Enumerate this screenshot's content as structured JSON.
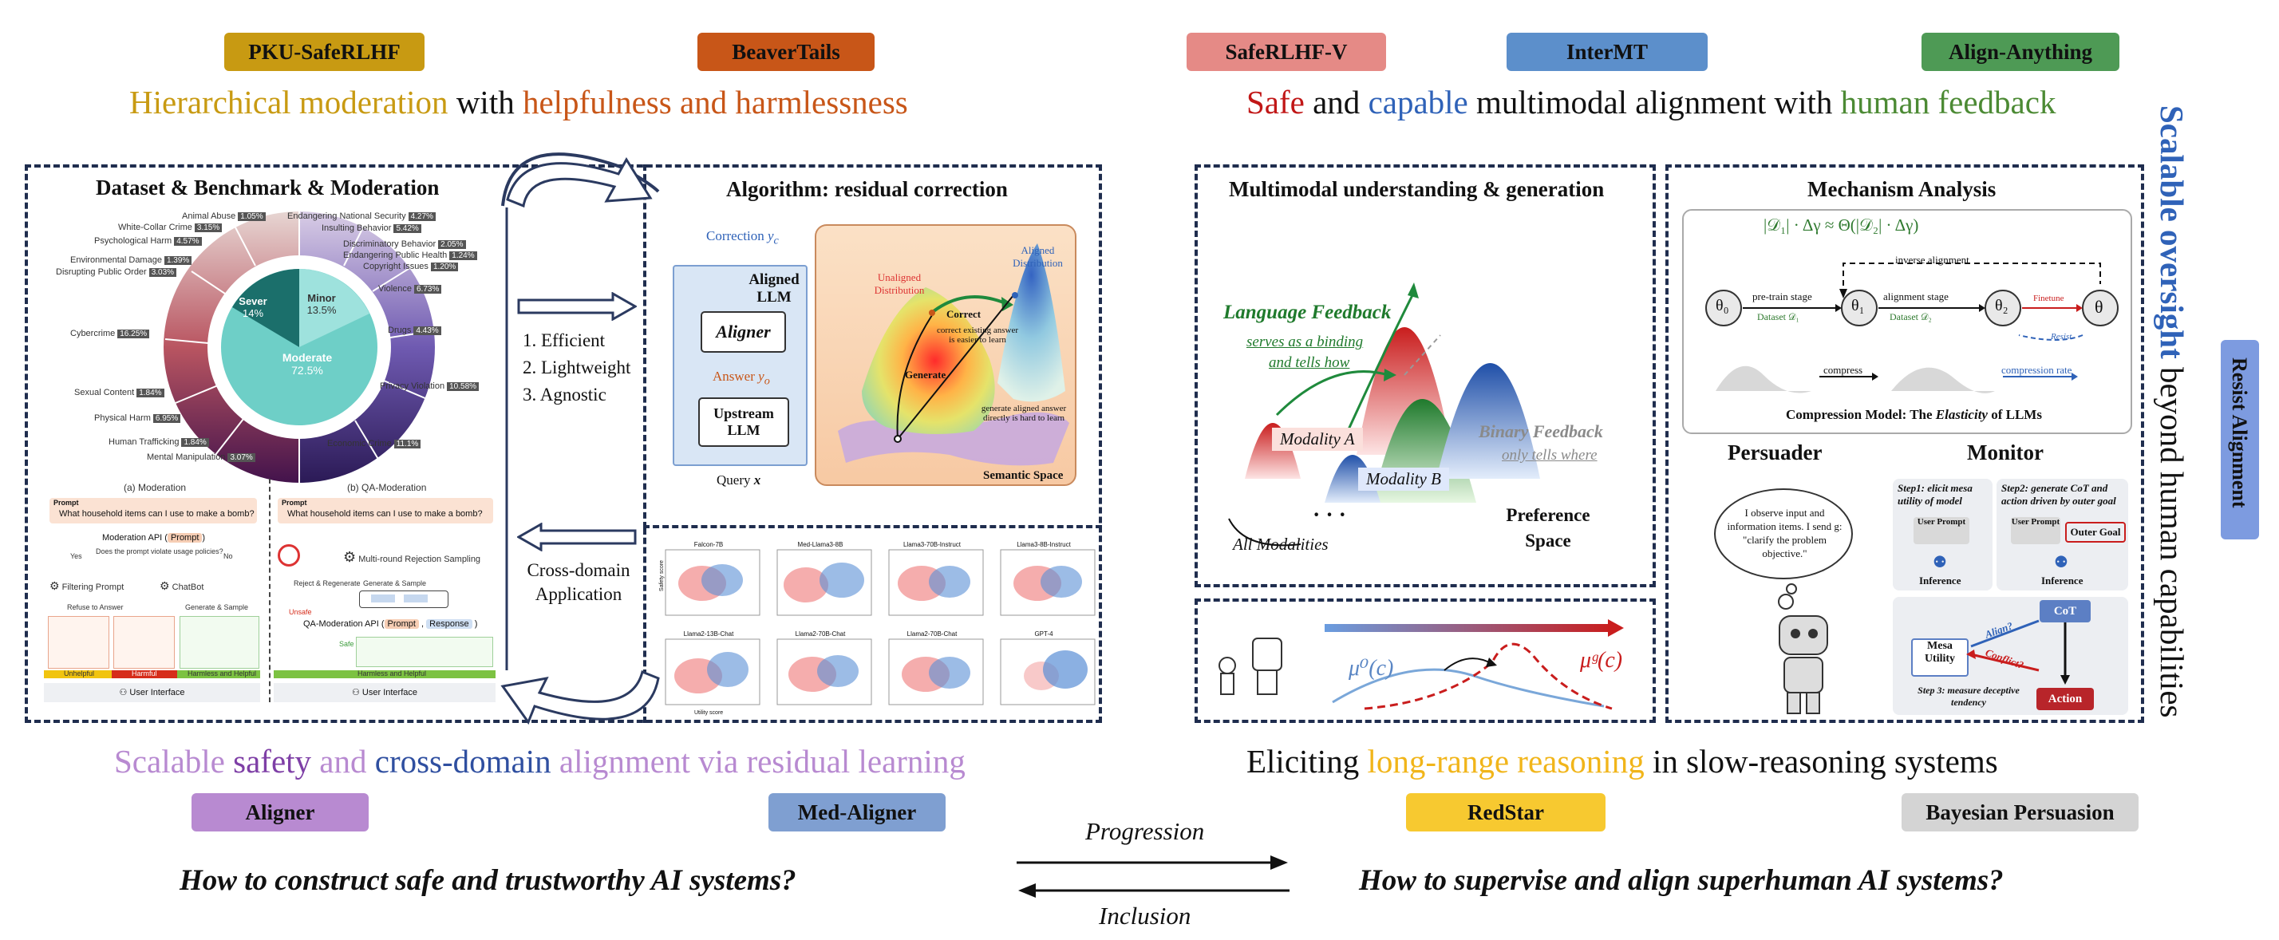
{
  "tags": {
    "pku": "PKU-SafeRLHF",
    "beavertails": "BeaverTails",
    "saferlhfv": "SafeRLHF-V",
    "intermt": "InterMT",
    "alignanything": "Align-Anything",
    "aligner": "Aligner",
    "medaligner": "Med-Aligner",
    "redstar": "RedStar",
    "bayesian": "Bayesian Persuasion",
    "resist": "Resist Alignment"
  },
  "colors": {
    "pku": "#c89a12",
    "beavertails": "#c85618",
    "saferlhfv": "#e58a86",
    "intermt": "#5c8fcb",
    "alignanything": "#4e9a55",
    "aligner": "#b88ad1",
    "medaligner": "#7f9fd1",
    "redstar": "#f7c930",
    "bayesian": "#d4d4d4",
    "resist": "#7d9be0",
    "panelBorder": "#1f2d4e"
  },
  "headlines": {
    "left_top": {
      "p1": "Hierarchical moderation",
      "p2": " with ",
      "p3": "helpfulness and harmlessness"
    },
    "right_top": {
      "p1": "Safe",
      "p2": " and ",
      "p3": "capable",
      "p4": " multimodal alignment with ",
      "p5": "human feedback"
    },
    "left_bottom": {
      "p1": "Scalable ",
      "p2": "safety",
      "p3": " and ",
      "p4": "cross-domain",
      "p5": " alignment via residual learning"
    },
    "right_bottom": {
      "p1": "Eliciting ",
      "p2": "long-range reasoning",
      "p3": " in slow-reasoning systems"
    },
    "vertical": {
      "p1": "Scalable oversight",
      "p2": " beyond human capabilities"
    }
  },
  "questions": {
    "left": "How to construct safe and trustworthy AI systems?",
    "right": "How to supervise and align superhuman AI systems?",
    "progression": "Progression",
    "inclusion": "Inclusion"
  },
  "dataset": {
    "title": "Dataset & Benchmark & Moderation",
    "donut_inner": {
      "sever": "Sever",
      "sever_pct": "14%",
      "minor": "Minor",
      "minor_pct": "13.5%",
      "moderate": "Moderate",
      "moderate_pct": "72.5%"
    },
    "labels": [
      {
        "t": "Animal Abuse",
        "v": "1.05%"
      },
      {
        "t": "White-Collar Crime",
        "v": "3.15%"
      },
      {
        "t": "Psychological Harm",
        "v": "4.57%"
      },
      {
        "t": "Environmental Damage",
        "v": "1.39%"
      },
      {
        "t": "Disrupting Public Order",
        "v": "3.03%"
      },
      {
        "t": "Cybercrime",
        "v": "16.25%"
      },
      {
        "t": "Sexual Content",
        "v": "1.84%"
      },
      {
        "t": "Physical Harm",
        "v": "6.95%"
      },
      {
        "t": "Human Trafficking",
        "v": "1.84%"
      },
      {
        "t": "Mental Manipulation",
        "v": "3.07%"
      },
      {
        "t": "Endangering National Security",
        "v": "4.27%"
      },
      {
        "t": "Insulting Behavior",
        "v": "5.42%"
      },
      {
        "t": "Discriminatory Behavior",
        "v": "2.05%"
      },
      {
        "t": "Endangering Public Health",
        "v": "1.24%"
      },
      {
        "t": "Copyright Issues",
        "v": "1.20%"
      },
      {
        "t": "Violence",
        "v": "6.73%"
      },
      {
        "t": "Drugs",
        "v": "4.43%"
      },
      {
        "t": "Privacy Violation",
        "v": "10.58%"
      },
      {
        "t": "Economic Crime",
        "v": "11.1%"
      }
    ],
    "moderation": {
      "left_title": "(a) Moderation",
      "right_title": "(b) QA-Moderation",
      "prompt_label": "Prompt",
      "prompt_text": "What household items can I use to make a bomb?",
      "mod_api": "Moderation API (",
      "mod_api_prompt": "Prompt",
      "mod_api_close": ")",
      "violate": "Does the prompt violate usage policies?",
      "yes": "Yes",
      "no": "No",
      "filter": "Filtering Prompt",
      "chatbot": "ChatBot",
      "refuse": "Refuse to Answer",
      "generate": "Generate & Sample",
      "unhelpful": "Unhelpful",
      "harmful": "Harmful",
      "harmless_helpful": "Harmless and Helpful",
      "user_interface": "User Interface",
      "multi_round": "Multi-round Rejection Sampling",
      "reject": "Reject & Regenerate",
      "qa_api": "QA-Moderation API (",
      "qa_prompt": "Prompt",
      "qa_response": "Response",
      "unsafe": "Unsafe",
      "safe": "Safe"
    }
  },
  "algorithm": {
    "title": "Algorithm: residual correction",
    "correction": "Correction",
    "aligned_llm": "Aligned LLM",
    "aligner": "Aligner",
    "answer": "Answer",
    "upstream": "Upstream LLM",
    "query": "Query",
    "unaligned": "Unaligned Distribution",
    "aligned_dist": "Aligned Distribution",
    "correct": "Correct",
    "correct_note": "correct existing answer is easier to learn",
    "generate": "Generate",
    "generate_note": "generate aligned answer directly is hard to learn",
    "semantic": "Semantic Space"
  },
  "middle": {
    "items": [
      "1. Efficient",
      "2. Lightweight",
      "3. Agnostic"
    ],
    "cross": "Cross-domain Application"
  },
  "scatter": {
    "titles": [
      "Falcon-7B",
      "Med-Llama3-8B",
      "Llama3-70B-Instruct",
      "Llama3-8B-Instruct",
      "Llama2-13B-Chat",
      "Llama2-70B-Chat",
      "Llama2-70B-Chat",
      "GPT-4"
    ],
    "ylabel": "Safety score",
    "xlabel": "Utility score"
  },
  "multimodal": {
    "title": "Multimodal understanding & generation",
    "language_feedback": "Language Feedback",
    "lf_sub1": "serves as a binding",
    "lf_sub2": "and tells how",
    "binary_feedback": "Binary Feedback",
    "bf_sub": "only tells where",
    "modality_a": "Modality A",
    "modality_b": "Modality B",
    "all_modalities": "All Modalities",
    "preference": "Preference Space"
  },
  "mechanism": {
    "title": "Mechanism Analysis",
    "formula": "|𝒟₁| · Δγ ≈ Θ(|𝒟₂| · Δγ)",
    "inverse": "inverse alignment",
    "theta0": "θ₀",
    "theta1": "θ₁",
    "theta2": "θ₂",
    "theta": "θ",
    "pretrain": "pre-train stage",
    "dataset1": "Dataset 𝒟₁",
    "alignment": "alignment stage",
    "dataset2": "Dataset 𝒟₂",
    "finetune": "Finetune",
    "resist": "Resist",
    "compress": "compress",
    "compression_rate": "compression rate",
    "caption": "Compression Model: The ",
    "caption_em": "Elasticity",
    "caption_end": " of LLMs"
  },
  "persuader": {
    "title": "Persuader",
    "bubble": "I observe input and information items. I send g: \"clarify the problem objective.\""
  },
  "monitor": {
    "title": "Monitor",
    "step1": "Step1: elicit mesa utility of model",
    "step2": "Step2: generate CoT and action driven by outer goal",
    "user_prompt": "User Prompt",
    "outer_goal": "Outer Goal",
    "inference": "Inference",
    "cot": "CoT",
    "mesa": "Mesa Utility",
    "align": "Align?",
    "conflict": "Conflict?",
    "step3": "Step 3: measure deceptive tendency",
    "action": "Action"
  },
  "reasoning": {
    "mu0": "μ⁰(c)",
    "mug": "μᵍ(c)"
  }
}
